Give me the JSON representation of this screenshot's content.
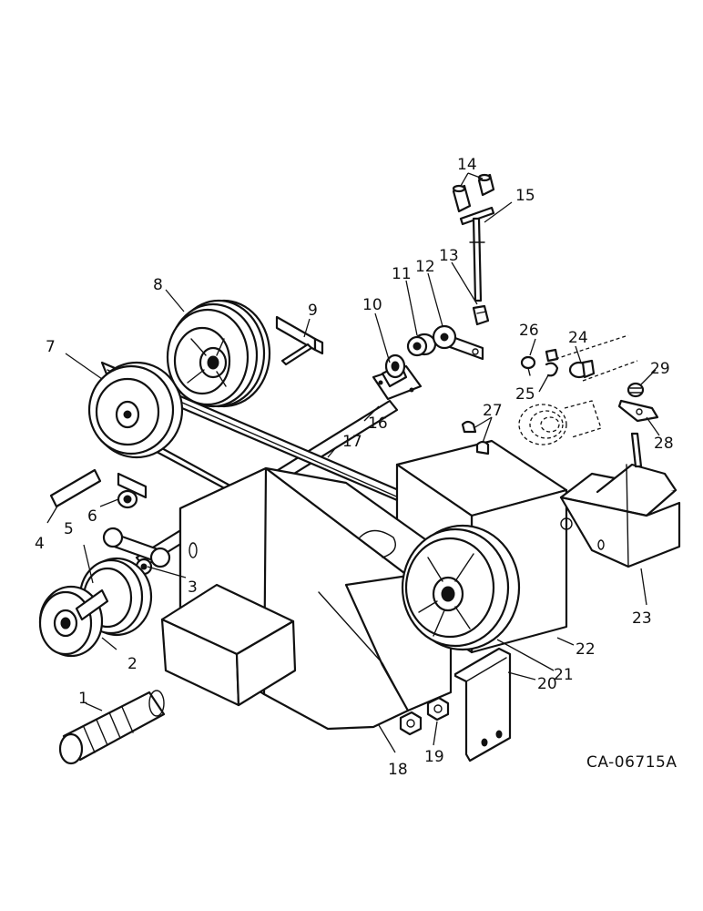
{
  "figure_id": "CA-06715A",
  "callouts": [
    "1",
    "2",
    "3",
    "4",
    "5",
    "6",
    "7",
    "8",
    "9",
    "10",
    "11",
    "12",
    "13",
    "14",
    "15",
    "16",
    "17",
    "18",
    "19",
    "20",
    "21",
    "22",
    "23",
    "24",
    "25",
    "26",
    "27",
    "28",
    "29"
  ],
  "parts": [
    {
      "ref": "1",
      "icon": "splined-shaft-icon"
    },
    {
      "ref": "2",
      "icon": "double-pulley-icon"
    },
    {
      "ref": "3",
      "icon": "washer-icon"
    },
    {
      "ref": "4",
      "icon": "key-icon"
    },
    {
      "ref": "5",
      "icon": "bushing-icon"
    },
    {
      "ref": "6",
      "icon": "bolt-icon"
    },
    {
      "ref": "7",
      "icon": "sheave-icon"
    },
    {
      "ref": "8",
      "icon": "triple-sheave-icon"
    },
    {
      "ref": "9",
      "icon": "pin-bracket-icon"
    },
    {
      "ref": "10",
      "icon": "bearing-block-icon"
    },
    {
      "ref": "11",
      "icon": "collar-icon"
    },
    {
      "ref": "12",
      "icon": "arm-icon"
    },
    {
      "ref": "13",
      "icon": "clevis-icon"
    },
    {
      "ref": "14",
      "icon": "pin-icon"
    },
    {
      "ref": "15",
      "icon": "t-handle-rod-icon"
    },
    {
      "ref": "16",
      "icon": "shaft-icon"
    },
    {
      "ref": "17",
      "icon": "belt-icon"
    },
    {
      "ref": "18",
      "icon": "housing-icon"
    },
    {
      "ref": "19",
      "icon": "nut-icon"
    },
    {
      "ref": "20",
      "icon": "mounting-bracket-icon"
    },
    {
      "ref": "21",
      "icon": "large-sheave-icon"
    },
    {
      "ref": "22",
      "icon": "gearbox-icon"
    },
    {
      "ref": "23",
      "icon": "shield-icon"
    },
    {
      "ref": "24",
      "icon": "fitting-icon"
    },
    {
      "ref": "25",
      "icon": "clip-icon"
    },
    {
      "ref": "26",
      "icon": "grease-fitting-icon"
    },
    {
      "ref": "27",
      "icon": "clamp-icon"
    },
    {
      "ref": "28",
      "icon": "clamp-plate-icon"
    },
    {
      "ref": "29",
      "icon": "cap-icon"
    }
  ]
}
